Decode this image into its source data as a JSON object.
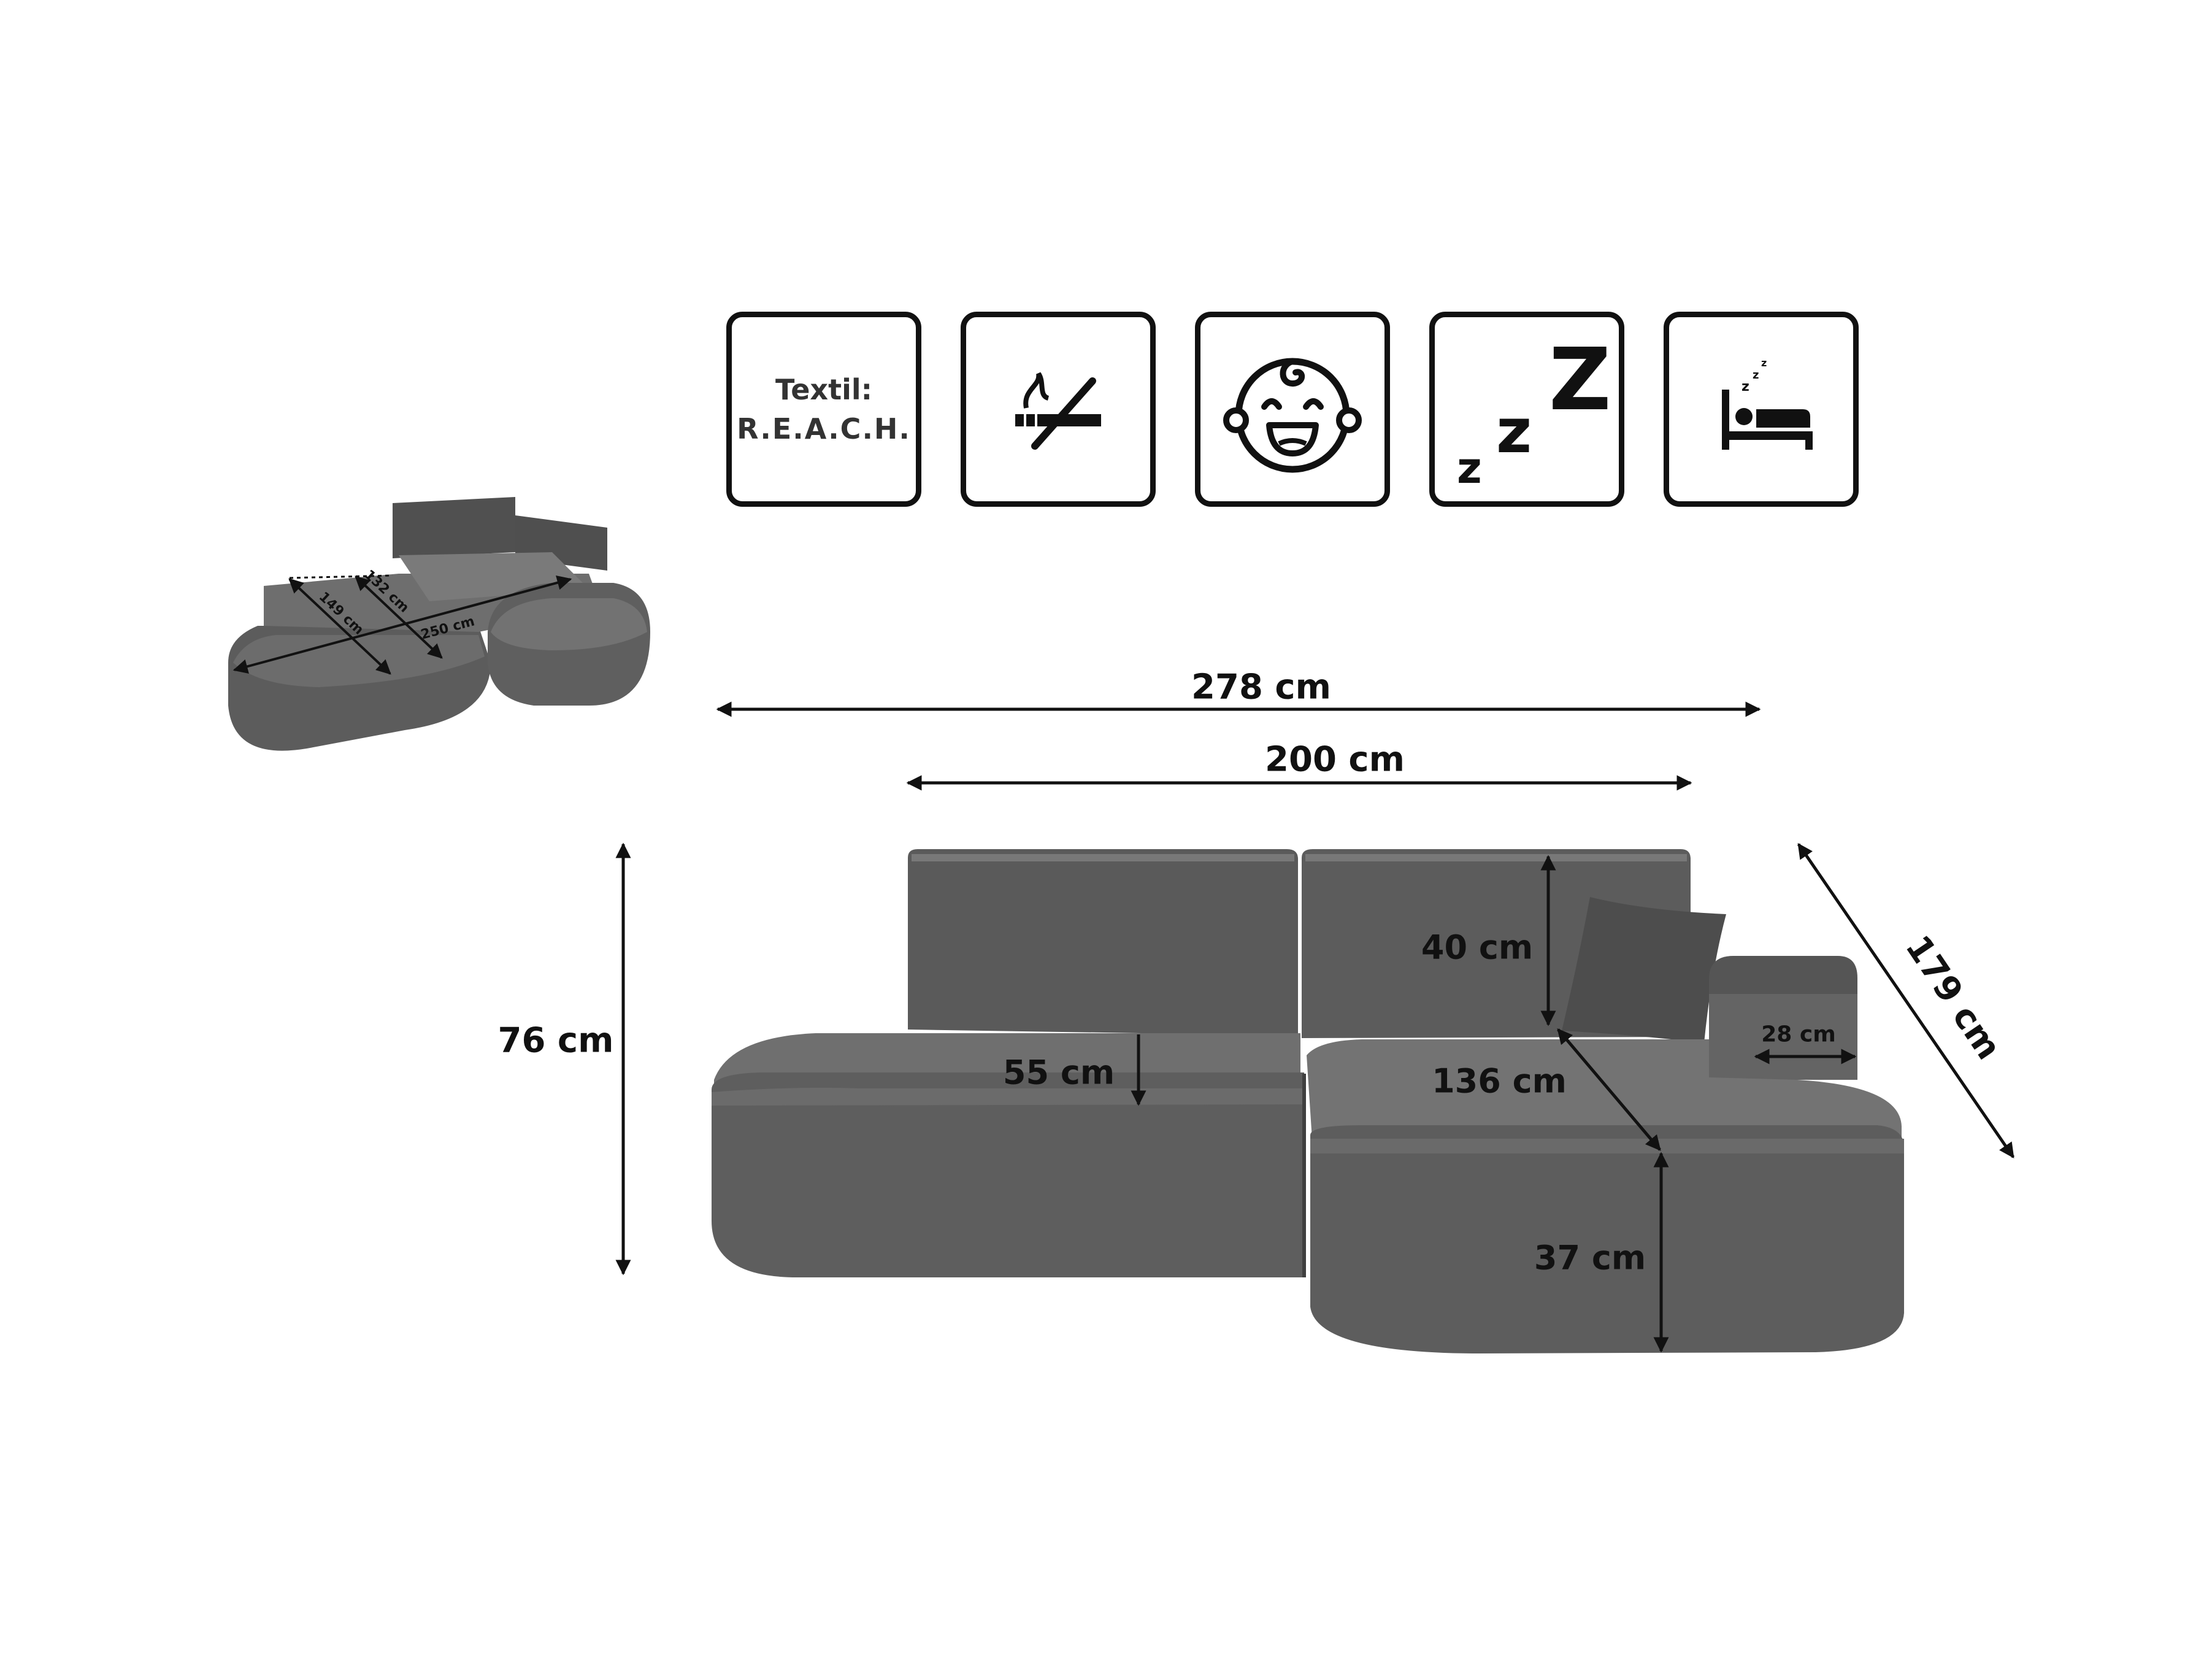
{
  "feature_icons": [
    {
      "name": "reach-textile-badge",
      "line1": "Textil:",
      "line2": "R.E.A.C.H."
    },
    {
      "name": "no-smoking-icon"
    },
    {
      "name": "happy-baby-icon"
    },
    {
      "name": "sleep-zzz-icon"
    },
    {
      "name": "bed-sleep-icon"
    }
  ],
  "dimensions": {
    "total_width": "278 cm",
    "seat_width": "200 cm",
    "height": "76 cm",
    "chaise_depth": "179 cm",
    "back_height": "40 cm",
    "seat_depth": "55 cm",
    "chaise_seat_length": "136 cm",
    "armrest_width": "28 cm",
    "seat_height": "37 cm"
  },
  "sleeping_area": {
    "length": "250 cm",
    "width_a": "149 cm",
    "width_b": "132 cm"
  },
  "colors": {
    "sofa_fill": "#5f5f5f",
    "sofa_dark": "#474747",
    "sofa_light": "#7a7a7a",
    "line": "#111111"
  }
}
